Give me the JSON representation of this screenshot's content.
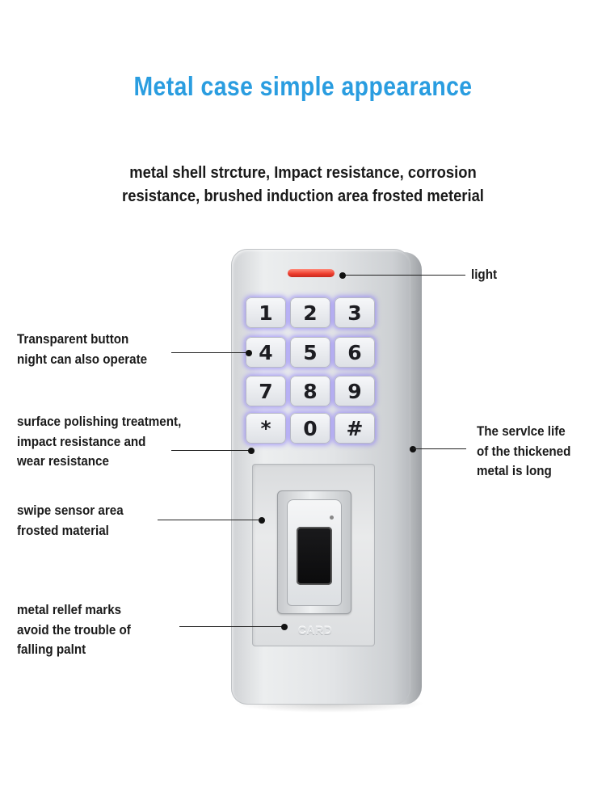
{
  "title": "Metal case simple appearance",
  "subtitle_lines": [
    "metal shell strcture, Impact resistance, corrosion",
    "resistance, brushed induction area frosted meterial"
  ],
  "callouts": {
    "light": [
      "light"
    ],
    "transparent_button": [
      "Transparent button",
      "night can also operate"
    ],
    "surface_polishing": [
      "surface polishing treatment,",
      "impact resistance and",
      "wear resistance"
    ],
    "service_life": [
      "The servlce life",
      "of the thickened",
      "metal is long"
    ],
    "swipe_sensor": [
      "swipe sensor area",
      "frosted material"
    ],
    "relief_marks": [
      "metal rellef marks",
      "avoid the trouble of",
      "falling palnt"
    ]
  },
  "keypad": {
    "keys": [
      "1",
      "2",
      "3",
      "4",
      "5",
      "6",
      "7",
      "8",
      "9",
      "*",
      "0",
      "#"
    ]
  },
  "device": {
    "card_label": "CARD"
  },
  "colors": {
    "title": "#2a9de0",
    "text": "#1a1a1a",
    "indicator": "#ec3b2c",
    "key_glow": "#7864ff"
  }
}
